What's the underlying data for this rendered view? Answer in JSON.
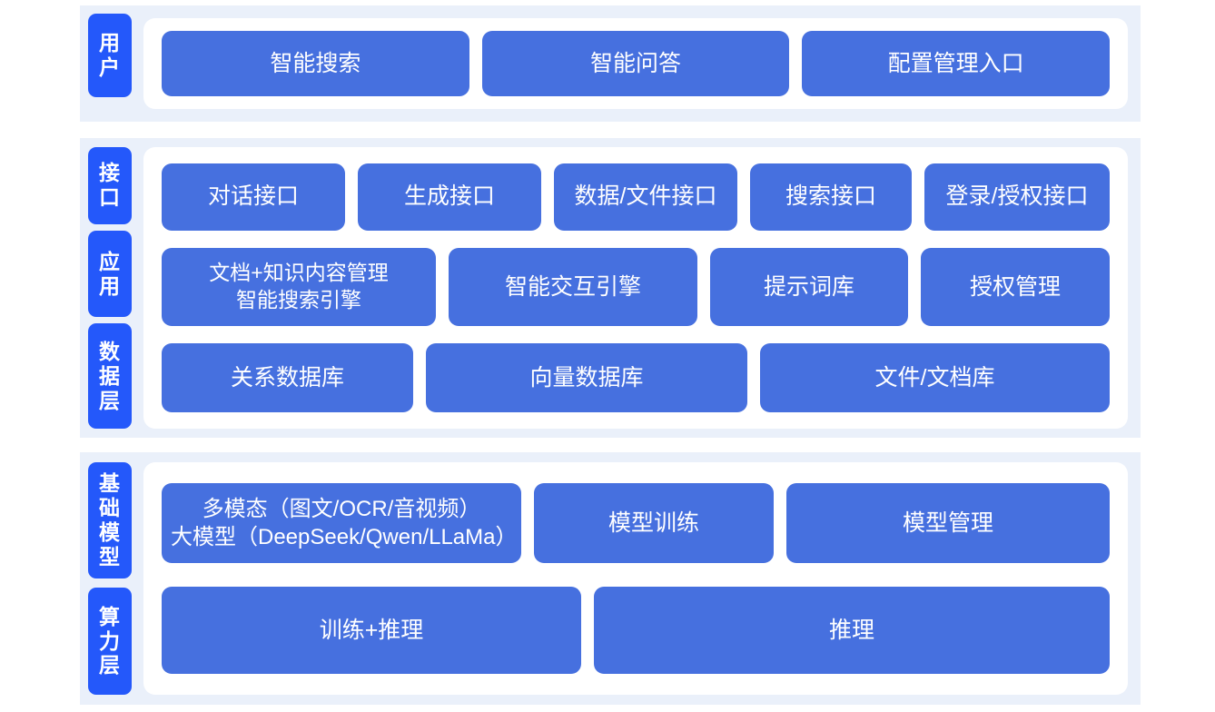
{
  "colors": {
    "band_background": "#eaf0fa",
    "panel_background": "#ffffff",
    "tab_blue": "#2458fa",
    "node_blue": "#4670df",
    "node_text": "#ffffff",
    "page_background": "#ffffff"
  },
  "groups": [
    {
      "id": "user",
      "tabs": [
        {
          "name": "tab-user",
          "label": "用户"
        }
      ],
      "rows": [
        {
          "id": "row-user",
          "nodes": [
            {
              "name": "node-intelligent-search",
              "label": "智能搜索"
            },
            {
              "name": "node-intelligent-qa",
              "label": "智能问答"
            },
            {
              "name": "node-config-management-entry",
              "label": "配置管理入口"
            }
          ]
        }
      ]
    },
    {
      "id": "mid",
      "tabs": [
        {
          "name": "tab-interface",
          "label": "接口"
        },
        {
          "name": "tab-application",
          "label": "应用"
        },
        {
          "name": "tab-data",
          "label": "数据层"
        }
      ],
      "rows": [
        {
          "id": "row-interface",
          "nodes": [
            {
              "name": "node-dialog-api",
              "label": "对话接口"
            },
            {
              "name": "node-generation-api",
              "label": "生成接口"
            },
            {
              "name": "node-data-file-api",
              "label": "数据/文件接口"
            },
            {
              "name": "node-search-api",
              "label": "搜索接口"
            },
            {
              "name": "node-login-auth-api",
              "label": "登录/授权接口"
            }
          ]
        },
        {
          "id": "row-application",
          "nodes": [
            {
              "name": "node-doc-knowledge-content-management",
              "label": "文档+知识内容管理\n智能搜索引擎"
            },
            {
              "name": "node-intelligent-interaction-engine",
              "label": "智能交互引擎"
            },
            {
              "name": "node-prompt-library",
              "label": "提示词库"
            },
            {
              "name": "node-authorization-management",
              "label": "授权管理"
            }
          ]
        },
        {
          "id": "row-data",
          "nodes": [
            {
              "name": "node-relational-database",
              "label": "关系数据库"
            },
            {
              "name": "node-vector-database",
              "label": "向量数据库"
            },
            {
              "name": "node-file-document-store",
              "label": "文件/文档库"
            }
          ]
        }
      ]
    },
    {
      "id": "base",
      "tabs": [
        {
          "name": "tab-foundation",
          "label": "基础模型"
        },
        {
          "name": "tab-compute",
          "label": "算力层"
        }
      ],
      "rows": [
        {
          "id": "row-model",
          "nodes": [
            {
              "name": "node-multimodal-large-model",
              "label": "多模态（图文/OCR/音视频）\n大模型（DeepSeek/Qwen/LLaMa）"
            },
            {
              "name": "node-model-training",
              "label": "模型训练"
            },
            {
              "name": "node-model-management",
              "label": "模型管理"
            }
          ]
        },
        {
          "id": "row-compute",
          "nodes": [
            {
              "name": "node-training-plus-inference",
              "label": "训练+推理"
            },
            {
              "name": "node-inference",
              "label": "推理"
            }
          ]
        }
      ]
    }
  ]
}
